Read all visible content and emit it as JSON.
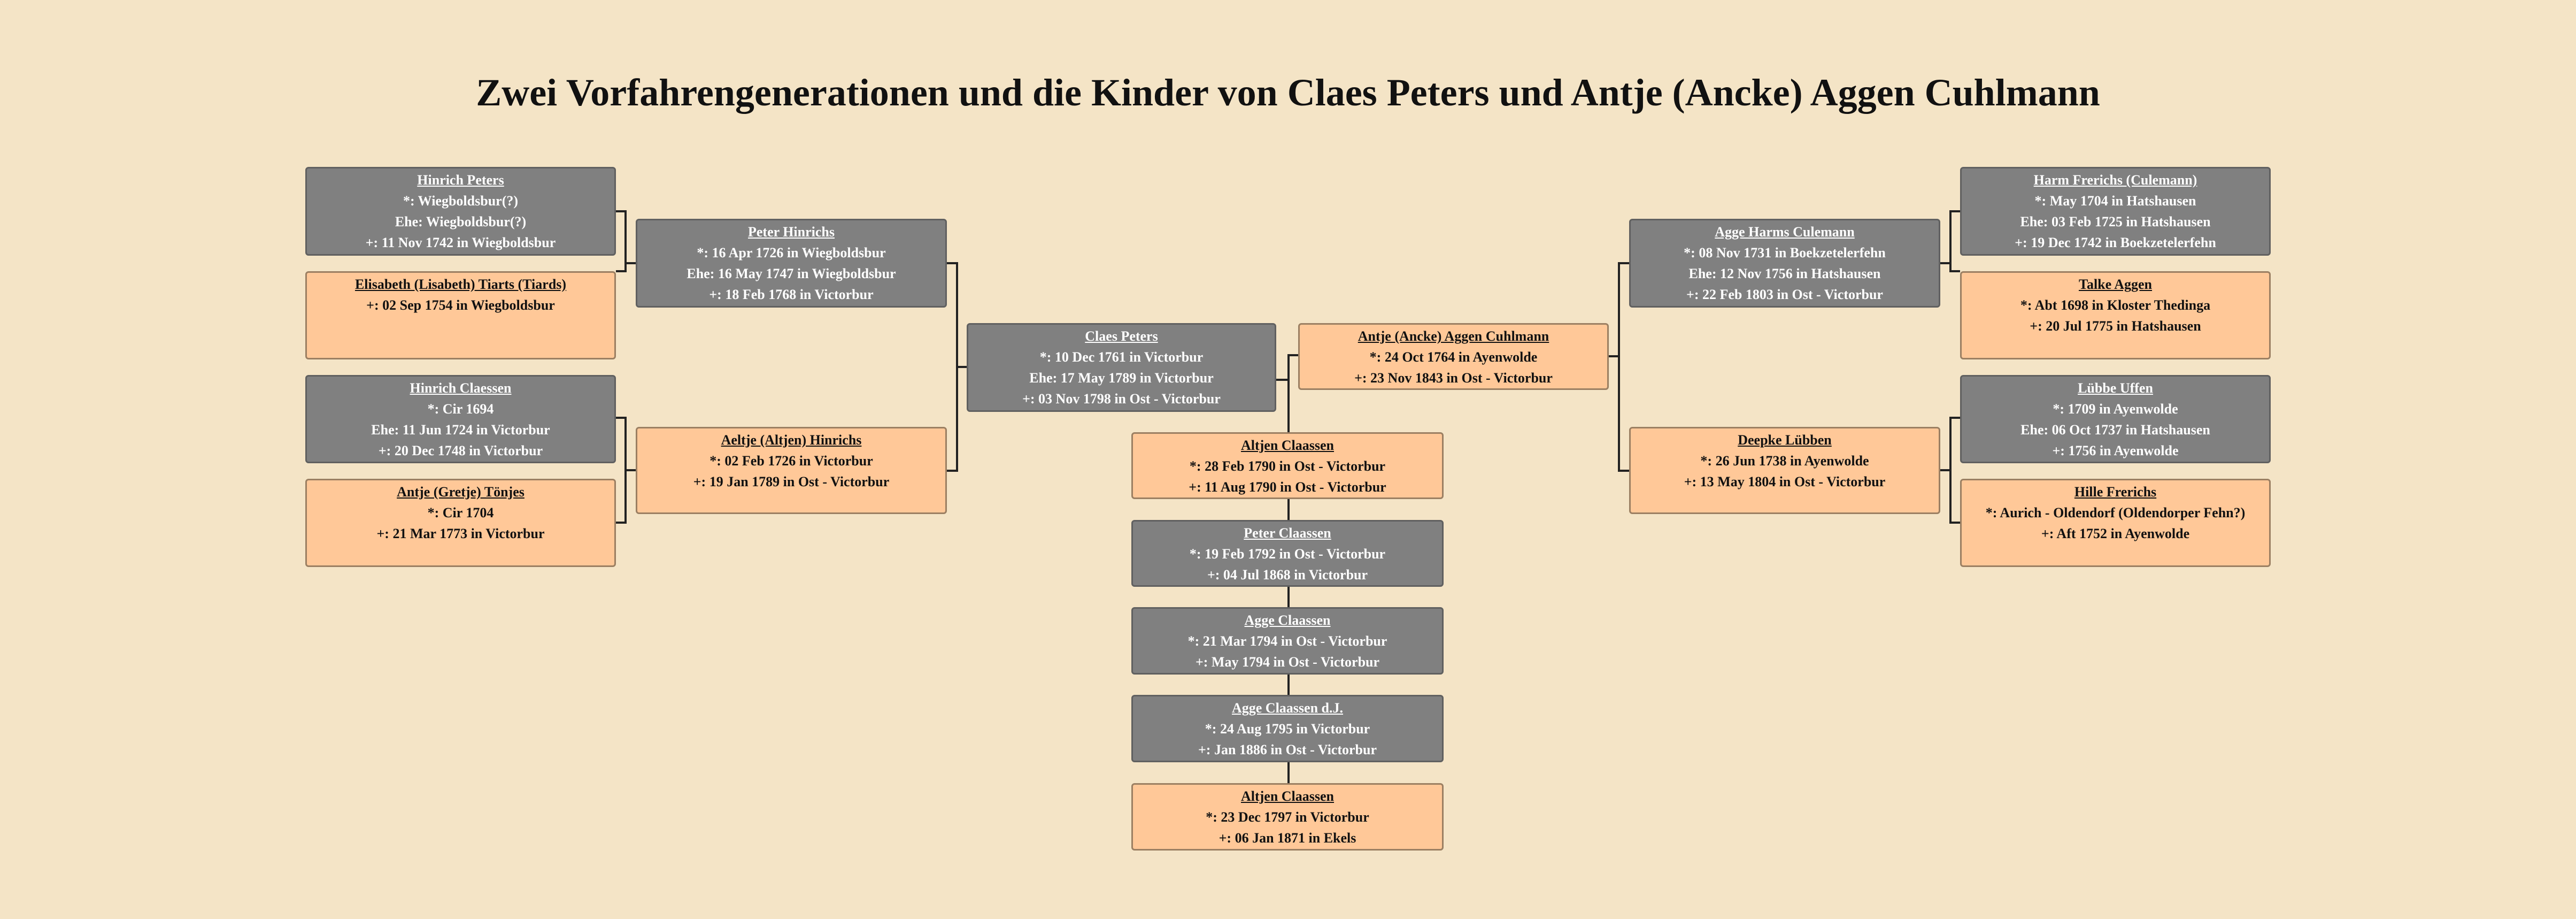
{
  "title": "Zwei Vorfahrengenerationen und die Kinder von Claes Peters und Antje (Ancke) Aggen Cuhlmann",
  "colors": {
    "male": "#808080",
    "female": "#ffc898",
    "background": "#f4e4c6"
  },
  "persons": [
    {
      "id": "hinrich-peters",
      "sex": "m",
      "name": "Hinrich Peters",
      "lines": [
        "*: Wiegboldsbur(?)",
        "Ehe: Wiegboldsbur(?)",
        "+: 11 Nov 1742 in Wiegboldsbur"
      ]
    },
    {
      "id": "elisabeth-tiarts",
      "sex": "f",
      "name": "Elisabeth (Lisabeth) Tiarts (Tiards)",
      "lines": [
        "+: 02 Sep 1754 in Wiegboldsbur"
      ]
    },
    {
      "id": "hinrich-claessen",
      "sex": "m",
      "name": "Hinrich Claessen",
      "lines": [
        "*: Cir 1694",
        "Ehe: 11 Jun 1724 in Victorbur",
        "+: 20 Dec 1748 in Victorbur"
      ]
    },
    {
      "id": "antje-toenjes",
      "sex": "f",
      "name": "Antje (Gretje) Tönjes",
      "lines": [
        "*: Cir 1704",
        "+: 21 Mar 1773 in Victorbur"
      ]
    },
    {
      "id": "peter-hinrichs",
      "sex": "m",
      "name": "Peter Hinrichs",
      "lines": [
        "*: 16 Apr 1726 in Wiegboldsbur",
        "Ehe: 16 May 1747 in Wiegboldsbur",
        "+: 18 Feb 1768 in Victorbur"
      ]
    },
    {
      "id": "aeltje-hinrichs",
      "sex": "f",
      "name": "Aeltje (Altjen) Hinrichs",
      "lines": [
        "*: 02 Feb 1726 in Victorbur",
        "+: 19 Jan 1789 in Ost - Victorbur"
      ]
    },
    {
      "id": "claes-peters",
      "sex": "m",
      "name": "Claes Peters",
      "lines": [
        "*: 10 Dec 1761 in Victorbur",
        "Ehe: 17 May 1789 in Victorbur",
        "+: 03 Nov 1798 in Ost - Victorbur"
      ]
    },
    {
      "id": "antje-cuhlmann",
      "sex": "f",
      "name": "Antje (Ancke) Aggen Cuhlmann",
      "lines": [
        "*: 24 Oct 1764 in Ayenwolde",
        "+: 23 Nov 1843 in Ost - Victorbur"
      ]
    },
    {
      "id": "agge-harms-culemann",
      "sex": "m",
      "name": "Agge Harms Culemann",
      "lines": [
        "*: 08 Nov 1731 in Boekzetelerfehn",
        "Ehe: 12 Nov 1756 in Hatshausen",
        "+: 22 Feb 1803 in Ost - Victorbur"
      ]
    },
    {
      "id": "deepke-luebben",
      "sex": "f",
      "name": "Deepke Lübben",
      "lines": [
        "*: 26 Jun 1738 in Ayenwolde",
        "+: 13 May 1804 in Ost - Victorbur"
      ]
    },
    {
      "id": "harm-frerichs",
      "sex": "m",
      "name": "Harm Frerichs (Culemann)",
      "lines": [
        "*: May 1704 in Hatshausen",
        "Ehe: 03 Feb 1725 in Hatshausen",
        "+: 19 Dec 1742 in Boekzetelerfehn"
      ]
    },
    {
      "id": "talke-aggen",
      "sex": "f",
      "name": "Talke Aggen",
      "lines": [
        "*: Abt 1698 in Kloster Thedinga",
        "+: 20 Jul 1775 in Hatshausen"
      ]
    },
    {
      "id": "luebbe-uffen",
      "sex": "m",
      "name": "Lübbe Uffen",
      "lines": [
        "*: 1709 in Ayenwolde",
        "Ehe: 06 Oct 1737 in Hatshausen",
        "+: 1756 in Ayenwolde"
      ]
    },
    {
      "id": "hille-frerichs",
      "sex": "f",
      "name": "Hille Frerichs",
      "lines": [
        "*: Aurich - Oldendorf (Oldendorper Fehn?)",
        "+: Aft 1752 in Ayenwolde"
      ]
    },
    {
      "id": "altjen-claassen-1790",
      "sex": "f",
      "name": "Altjen Claassen",
      "lines": [
        "*: 28 Feb 1790 in Ost - Victorbur",
        "+: 11 Aug 1790 in Ost - Victorbur"
      ]
    },
    {
      "id": "peter-claassen",
      "sex": "m",
      "name": "Peter Claassen",
      "lines": [
        "*: 19 Feb 1792 in Ost - Victorbur",
        "+: 04 Jul 1868 in Victorbur"
      ]
    },
    {
      "id": "agge-claassen",
      "sex": "m",
      "name": "Agge Claassen",
      "lines": [
        "*: 21 Mar 1794 in Ost - Victorbur",
        "+: May 1794 in Ost - Victorbur"
      ]
    },
    {
      "id": "agge-claassen-dj",
      "sex": "m",
      "name": "Agge Claassen d.J.",
      "lines": [
        "*: 24 Aug 1795 in Victorbur",
        "+: Jan 1886 in Ost - Victorbur"
      ]
    },
    {
      "id": "altjen-claassen-1797",
      "sex": "f",
      "name": "Altjen Claassen",
      "lines": [
        "*: 23 Dec 1797 in Victorbur",
        "+: 06 Jan 1871 in Ekels"
      ]
    }
  ]
}
